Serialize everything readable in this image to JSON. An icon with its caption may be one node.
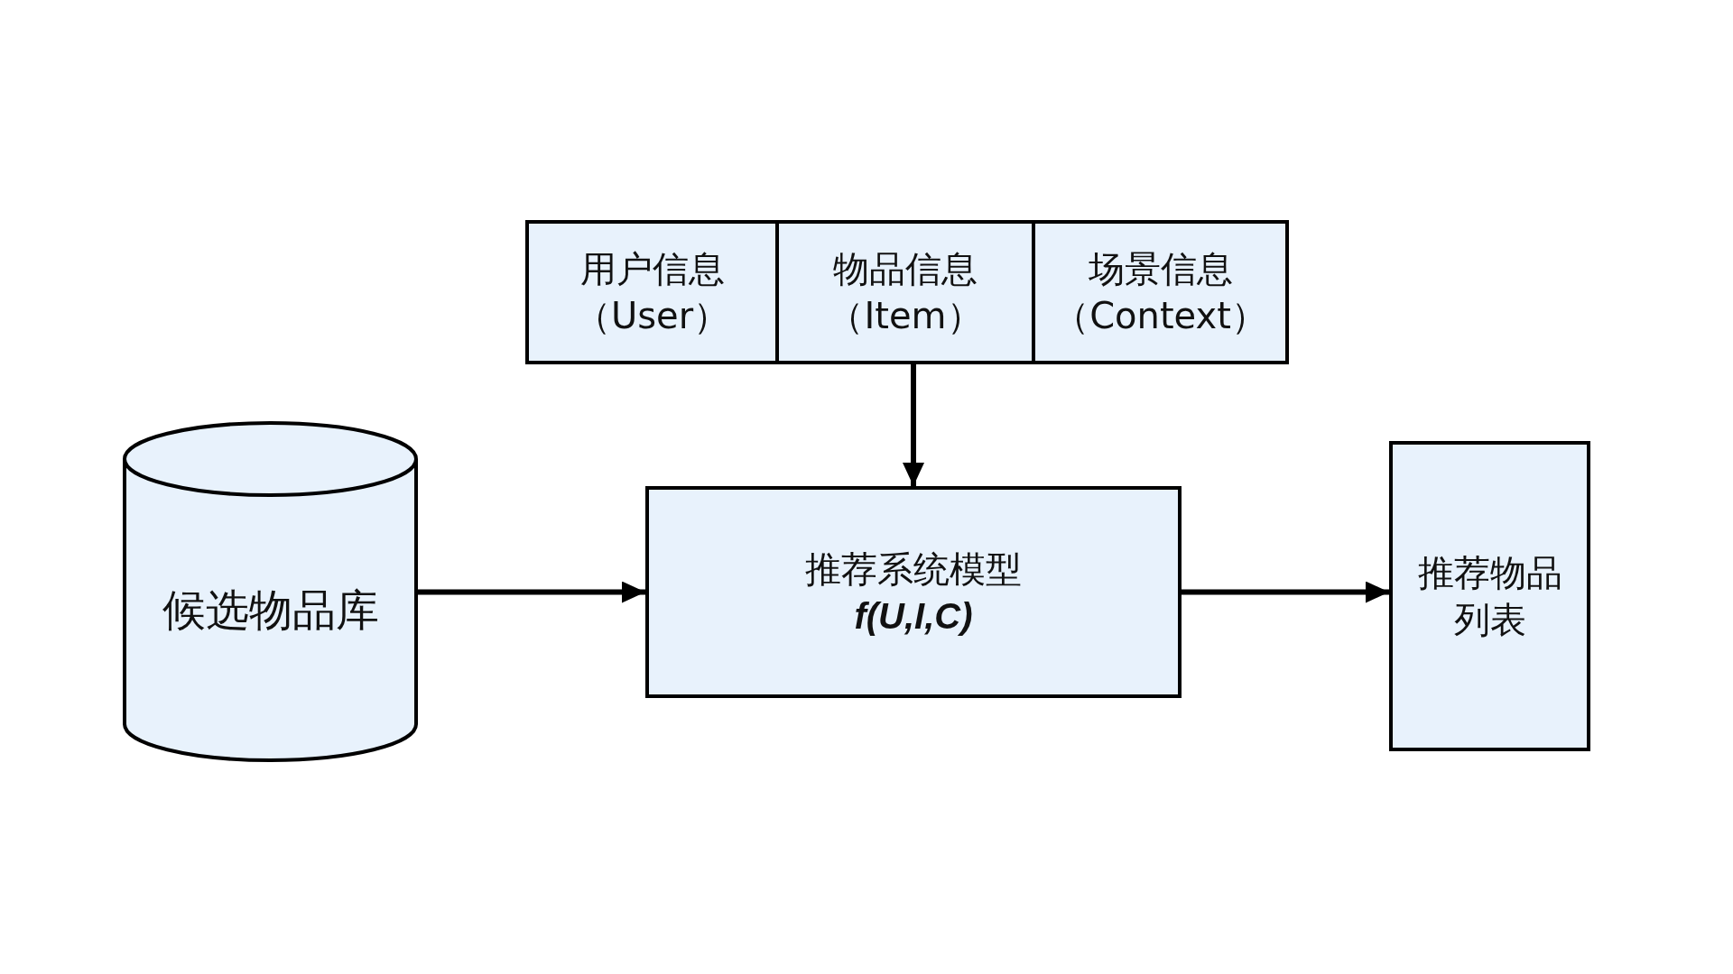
{
  "diagram": {
    "nodes": [
      {
        "text": [],
        "shape": "box"
      },
      {
        "text": [
          "用户信息",
          "（User）"
        ],
        "in": 0
      },
      {
        "text": [
          "物品信息",
          "（Item）"
        ],
        "in": 0
      },
      {
        "text": [
          "场景信息",
          "（Context）"
        ],
        "in": 0
      },
      {
        "text": [
          "候选物品库"
        ]
      },
      {
        "text": [
          "推荐系统模型",
          "f(U,I,C)"
        ]
      },
      {
        "text": [
          "推荐物品列表"
        ]
      }
    ],
    "edges": [
      {
        "from": 4,
        "to": 5,
        "arrow": "to"
      },
      {
        "from": 0,
        "to": 5,
        "arrow": "to"
      },
      {
        "from": 5,
        "to": 6,
        "arrow": "to"
      }
    ]
  }
}
